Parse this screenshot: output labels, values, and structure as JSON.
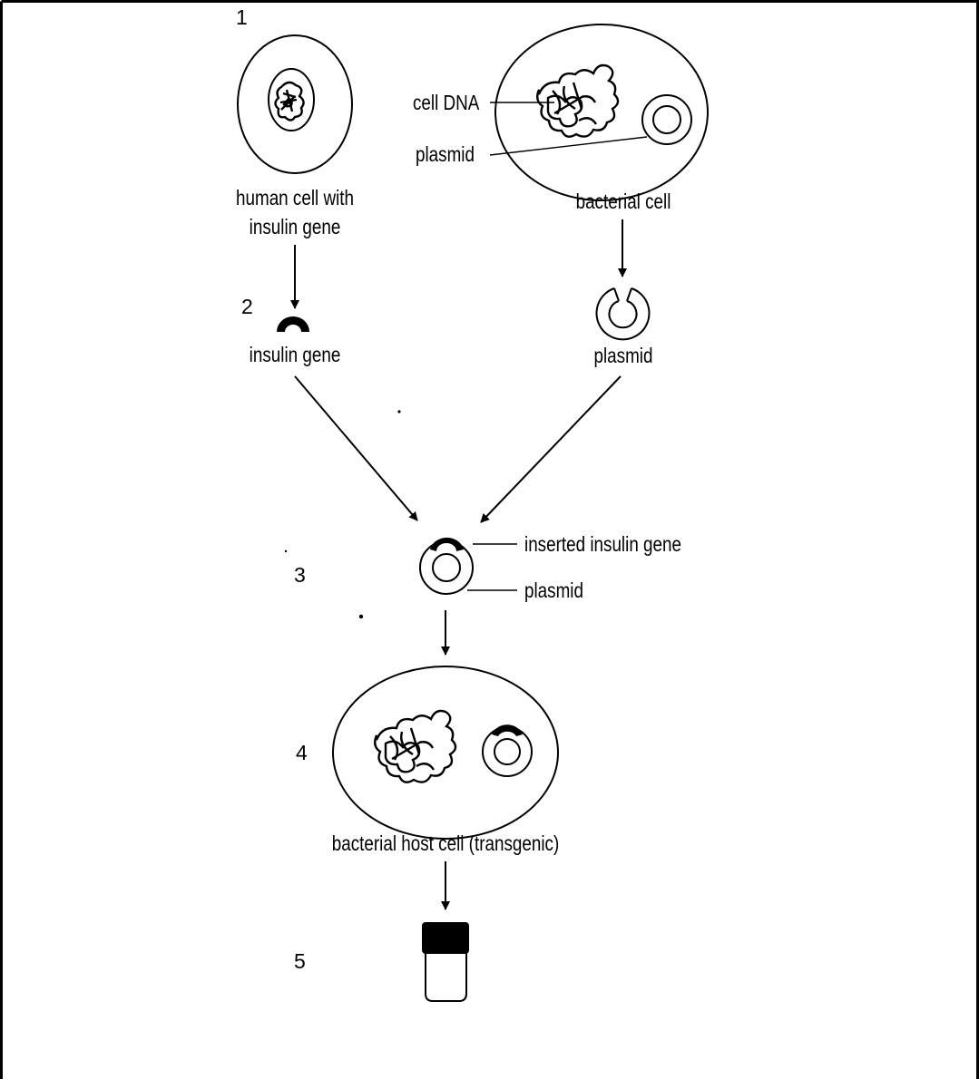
{
  "steps": [
    "1",
    "2",
    "3",
    "4",
    "5"
  ],
  "labels": {
    "human_cell_line1": "human cell with",
    "human_cell_line2": "insulin gene",
    "cell_dna": "cell DNA",
    "plasmid_callout": "plasmid",
    "bacterial_cell": "bacterial cell",
    "insulin_gene": "insulin gene",
    "plasmid_open": "plasmid",
    "inserted_insulin_gene": "inserted insulin gene",
    "plasmid_recombinant": "plasmid",
    "bacterial_host_cell": "bacterial host cell (transgenic)"
  }
}
